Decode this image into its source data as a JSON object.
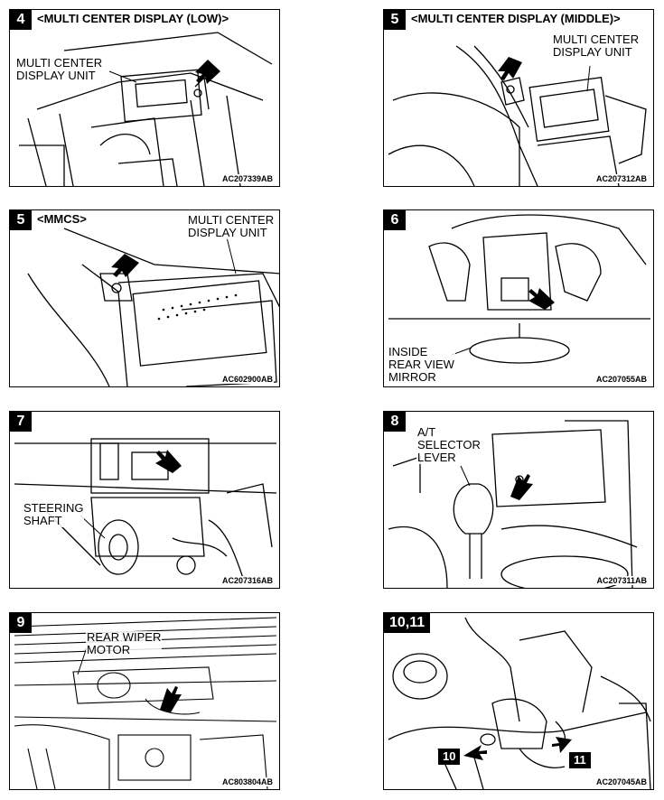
{
  "panels": [
    {
      "number": "4",
      "title": "<MULTI CENTER DISPLAY (LOW)>",
      "labels": [
        "MULTI CENTER\nDISPLAY UNIT"
      ],
      "code": "AC207339AB"
    },
    {
      "number": "5",
      "title": "<MULTI CENTER DISPLAY (MIDDLE)>",
      "labels": [
        "MULTI CENTER\nDISPLAY UNIT"
      ],
      "code": "AC207312AB"
    },
    {
      "number": "5",
      "title": "<MMCS>",
      "labels": [
        "MULTI CENTER\nDISPLAY UNIT"
      ],
      "code": "AC602900AB"
    },
    {
      "number": "6",
      "title": "",
      "labels": [
        "INSIDE\nREAR VIEW\nMIRROR"
      ],
      "code": "AC207055AB"
    },
    {
      "number": "7",
      "title": "",
      "labels": [
        "STEERING\nSHAFT"
      ],
      "code": "AC207316AB"
    },
    {
      "number": "8",
      "title": "",
      "labels": [
        "A/T\nSELECTOR\nLEVER"
      ],
      "code": "AC207311AB"
    },
    {
      "number": "9",
      "title": "",
      "labels": [
        "REAR WIPER\nMOTOR"
      ],
      "code": "AC803804AB"
    },
    {
      "number": "10,11",
      "title": "",
      "labels": [],
      "callouts": [
        "10",
        "11"
      ],
      "code": "AC207045AB"
    }
  ],
  "icons": {
    "arrow": "arrow-icon"
  },
  "colors": {
    "line": "#000000",
    "background": "#ffffff"
  }
}
